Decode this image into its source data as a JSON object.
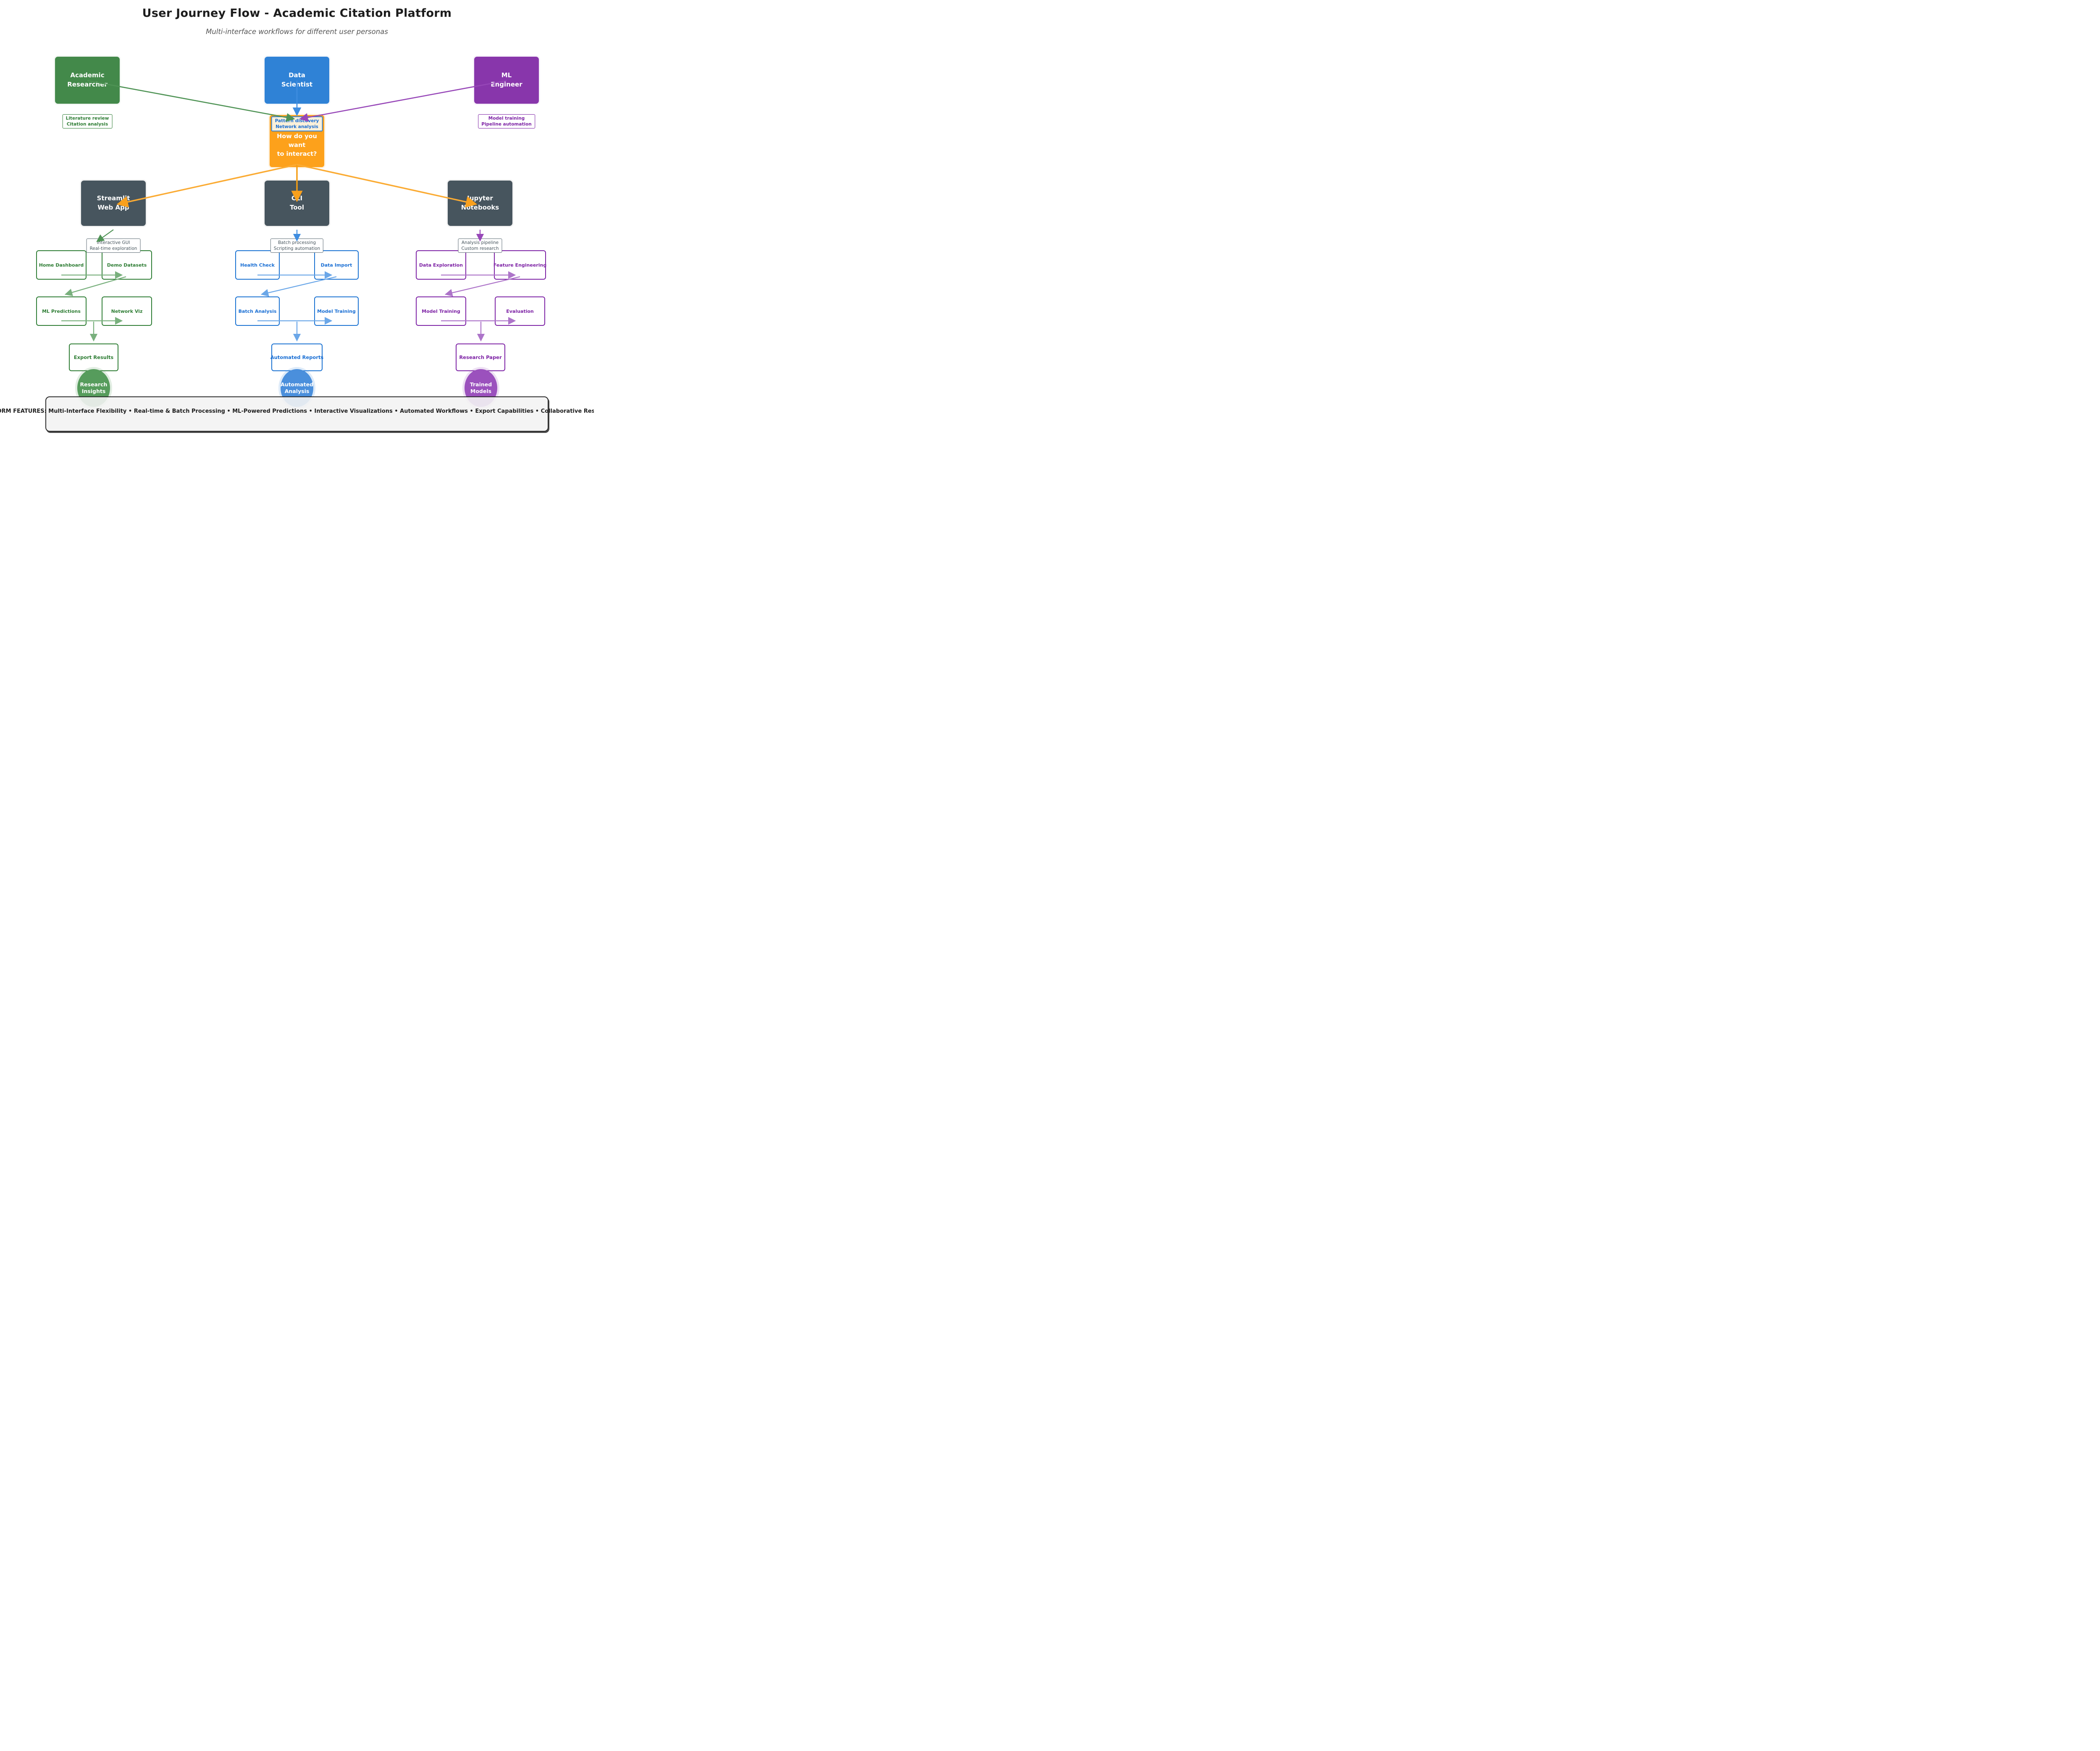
{
  "title": "User Journey Flow - Academic Citation Platform",
  "subtitle": "Multi-interface workflows for different user personas",
  "personas": [
    {
      "line1": "Academic",
      "line2": "Researcher",
      "goal_line1": "Literature review",
      "goal_line2": "Citation analysis"
    },
    {
      "line1": "Data",
      "line2": "Scientist",
      "goal_line1": "Pattern discovery",
      "goal_line2": "Network analysis"
    },
    {
      "line1": "ML",
      "line2": "Engineer",
      "goal_line1": "Model training",
      "goal_line2": "Pipeline automation"
    }
  ],
  "decision": {
    "line1": "How do you want",
    "line2": "to interact?"
  },
  "interfaces": [
    {
      "line1": "Streamlit",
      "line2": "Web App",
      "desc_line1": "Interactive GUI",
      "desc_line2": "Real-time exploration",
      "steps": [
        "Home Dashboard",
        "Demo Datasets",
        "ML Predictions",
        "Network Viz"
      ],
      "final": "Export Results",
      "outcome_line1": "Research",
      "outcome_line2": "Insights"
    },
    {
      "line1": "CLI",
      "line2": "Tool",
      "desc_line1": "Batch processing",
      "desc_line2": "Scripting automation",
      "steps": [
        "Health Check",
        "Data Import",
        "Batch Analysis",
        "Model Training"
      ],
      "final": "Automated Reports",
      "outcome_line1": "Automated",
      "outcome_line2": "Analysis"
    },
    {
      "line1": "Jupyter",
      "line2": "Notebooks",
      "desc_line1": "Analysis pipeline",
      "desc_line2": "Custom research",
      "steps": [
        "Data Exploration",
        "Feature Engineering",
        "Model Training",
        "Evaluation"
      ],
      "final": "Research Paper",
      "outcome_line1": "Trained",
      "outcome_line2": "Models"
    }
  ],
  "footer": "KEY PLATFORM FEATURES: Multi-Interface Flexibility • Real-time & Batch Processing • ML-Powered Predictions • Interactive Visualizations • Automated Workflows • Export Capabilities • Collaborative Research Tools",
  "colors": {
    "researcher_green": "#43894a",
    "scientist_blue": "#2f82d6",
    "engineer_purple": "#8836ab",
    "decision_orange": "#fda11b",
    "interface_slate": "#47555e",
    "step_green": "#2e7d34",
    "step_blue": "#1a6fd4",
    "step_purple": "#7d22a5",
    "outcome_green": "#569c5c",
    "outcome_blue": "#4a8fdc",
    "outcome_purple": "#9b51bd"
  }
}
